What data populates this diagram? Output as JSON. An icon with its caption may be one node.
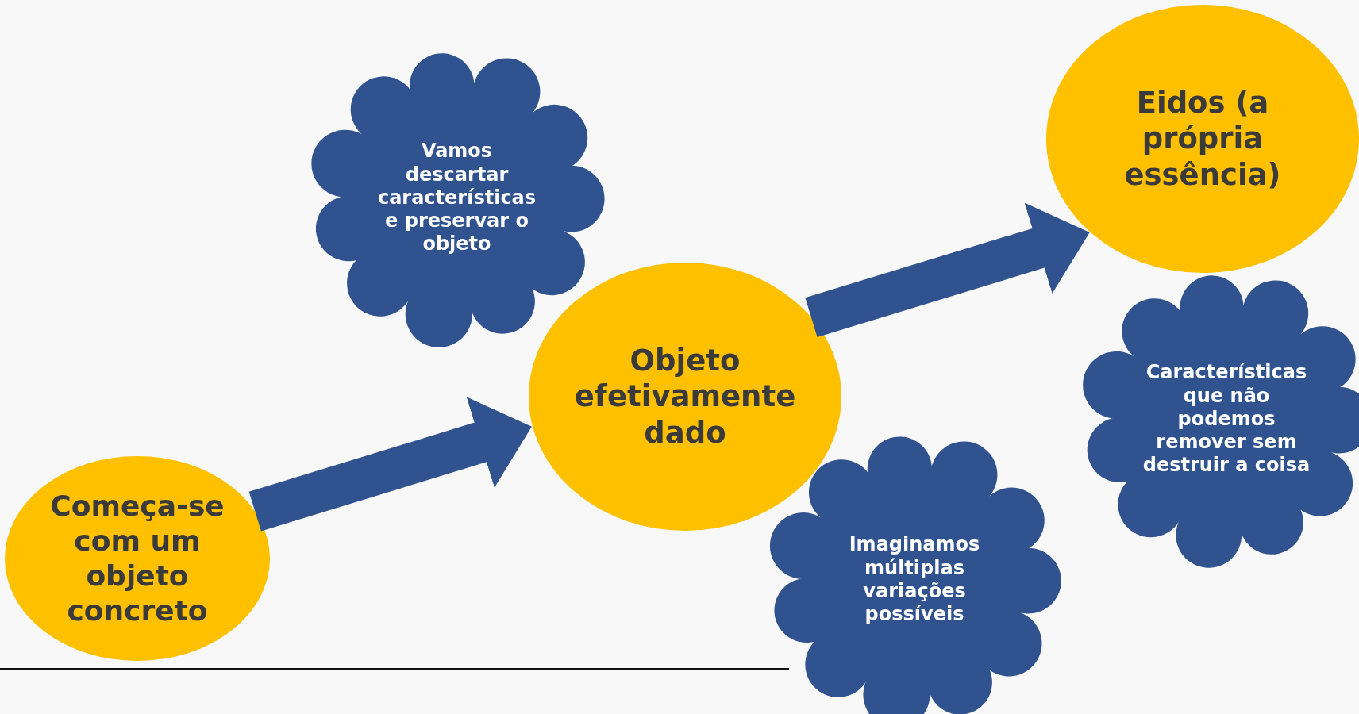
{
  "diagram": {
    "nodes": [
      {
        "text": [
          "Começa-se com um objeto concreto"
        ]
      },
      {
        "text": [
          "Vamos descartar características e preservar o objeto"
        ]
      },
      {
        "text": [
          "Objeto efetivamente dado"
        ]
      },
      {
        "text": [
          "Eidos (a própria essência)"
        ]
      },
      {
        "text": [
          "Características que não podemos remover sem destruir a coisa"
        ]
      },
      {
        "text": [
          "Imaginamos múltiplas variações possíveis"
        ]
      }
    ],
    "edges": [
      {
        "from": 0,
        "to": 2,
        "arrow": "to"
      },
      {
        "from": 2,
        "to": 3,
        "arrow": "to"
      }
    ]
  }
}
